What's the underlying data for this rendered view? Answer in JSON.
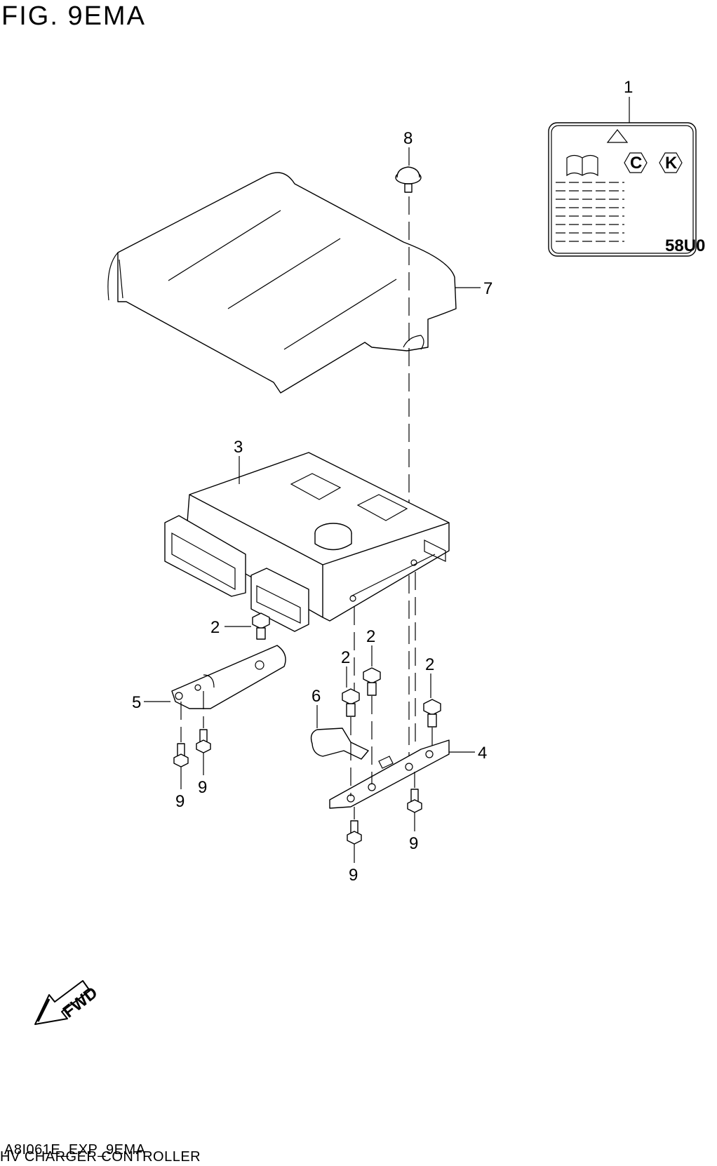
{
  "figure": {
    "title": "FIG. 9EMA",
    "code": "A8I061E_EXP_9EMA",
    "name": "HV CHARGER CONTROLLER"
  },
  "callouts": [
    "1",
    "2",
    "3",
    "4",
    "5",
    "6",
    "7",
    "8",
    "9"
  ],
  "label_plate": {
    "code": "58U0",
    "symbols": [
      "C",
      "K"
    ]
  },
  "fwd_arrow": {
    "label": "FWD"
  }
}
